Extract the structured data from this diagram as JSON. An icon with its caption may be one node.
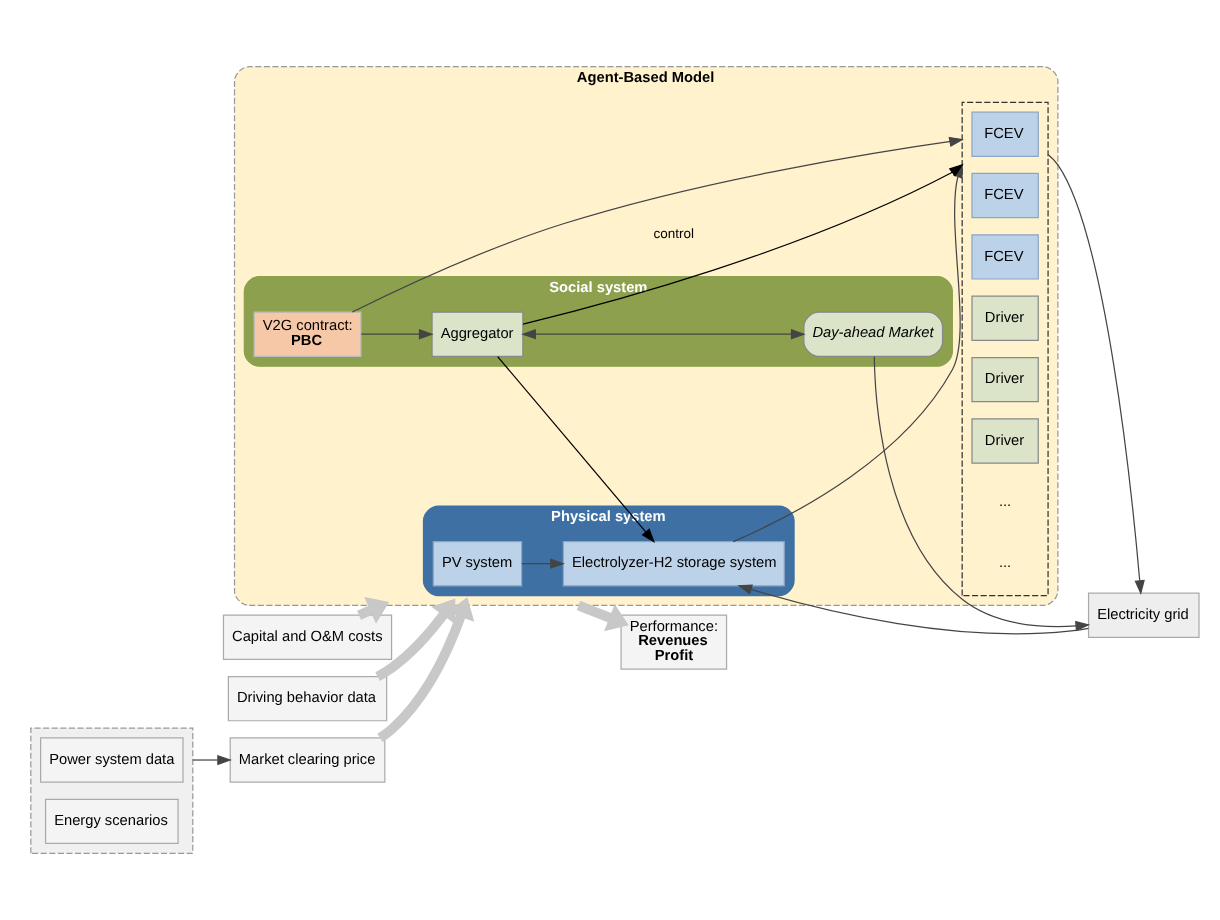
{
  "diagram": {
    "nodes": [
      {
        "text": [
          "Agent-Based Model"
        ]
      },
      {
        "text": [
          "Physical system"
        ],
        "in": 0
      },
      {
        "text": [],
        "shape": "box",
        "in": 0
      },
      {
        "text": [
          "FCEV"
        ],
        "in": 2
      },
      {
        "text": [
          "FCEV"
        ],
        "in": 2
      },
      {
        "text": [
          "FCEV"
        ],
        "in": 2
      },
      {
        "text": [
          "PV system"
        ],
        "in": 1
      },
      {
        "text": [
          "Electrolyzer-H2 storage system"
        ],
        "in": 1
      },
      {
        "text": [
          "Electricity grid"
        ]
      },
      {
        "text": [
          "Social system"
        ],
        "in": 0
      },
      {
        "text": [
          "Driver"
        ],
        "in": 2
      },
      {
        "text": [
          "Driver"
        ],
        "in": 2
      },
      {
        "text": [
          "Driver"
        ],
        "in": 2
      },
      {
        "text": [
          "V2G contract:",
          "PBC"
        ],
        "in": 9
      },
      {
        "text": [
          "Aggregator"
        ],
        "in": 9
      },
      {
        "text": [
          "Day-ahead Market"
        ],
        "in": 9
      },
      {
        "text": [
          "Driving behavior data"
        ]
      },
      {
        "text": [
          "Market clearing price"
        ]
      },
      {
        "text": [
          "Capital and O&M costs"
        ]
      },
      {
        "text": [
          "Performance:",
          "Revenues",
          "Profit"
        ]
      },
      {
        "text": [],
        "shape": "box"
      },
      {
        "text": [
          "Power system data"
        ],
        "in": 20
      },
      {
        "text": [
          "Energy scenarios"
        ],
        "in": 20
      }
    ],
    "edges": [
      {
        "from": 2,
        "to": 8,
        "arrow": "to"
      },
      {
        "from": 6,
        "to": 7,
        "arrow": "to"
      },
      {
        "from": 7,
        "to": 2,
        "arrow": "to"
      },
      {
        "from": 8,
        "to": 7,
        "arrow": "to"
      },
      {
        "from": 14,
        "to": 7,
        "arrow": "to",
        "color": "#000000"
      },
      {
        "from": 14,
        "to": 2,
        "arrow": "to",
        "label": "control",
        "color": "#000000"
      },
      {
        "from": 13,
        "to": 2,
        "arrow": "to"
      },
      {
        "from": 13,
        "to": 14,
        "arrow": "to"
      },
      {
        "from": 14,
        "to": 15,
        "arrow": "both"
      },
      {
        "from": 15,
        "to": 8,
        "arrow": "to"
      },
      {
        "from": 16,
        "to": 0,
        "arrow": "to",
        "style": "thick",
        "color": "#c8c8c8"
      },
      {
        "from": 17,
        "to": 0,
        "arrow": "to",
        "style": "thick",
        "color": "#c8c8c8"
      },
      {
        "from": 18,
        "to": 0,
        "arrow": "to",
        "style": "thick",
        "color": "#c8c8c8"
      },
      {
        "from": 0,
        "to": 19,
        "arrow": "to",
        "style": "thick",
        "color": "#c8c8c8"
      },
      {
        "from": 20,
        "to": 17,
        "arrow": "to"
      }
    ],
    "labels": [
      "...",
      "..."
    ]
  }
}
